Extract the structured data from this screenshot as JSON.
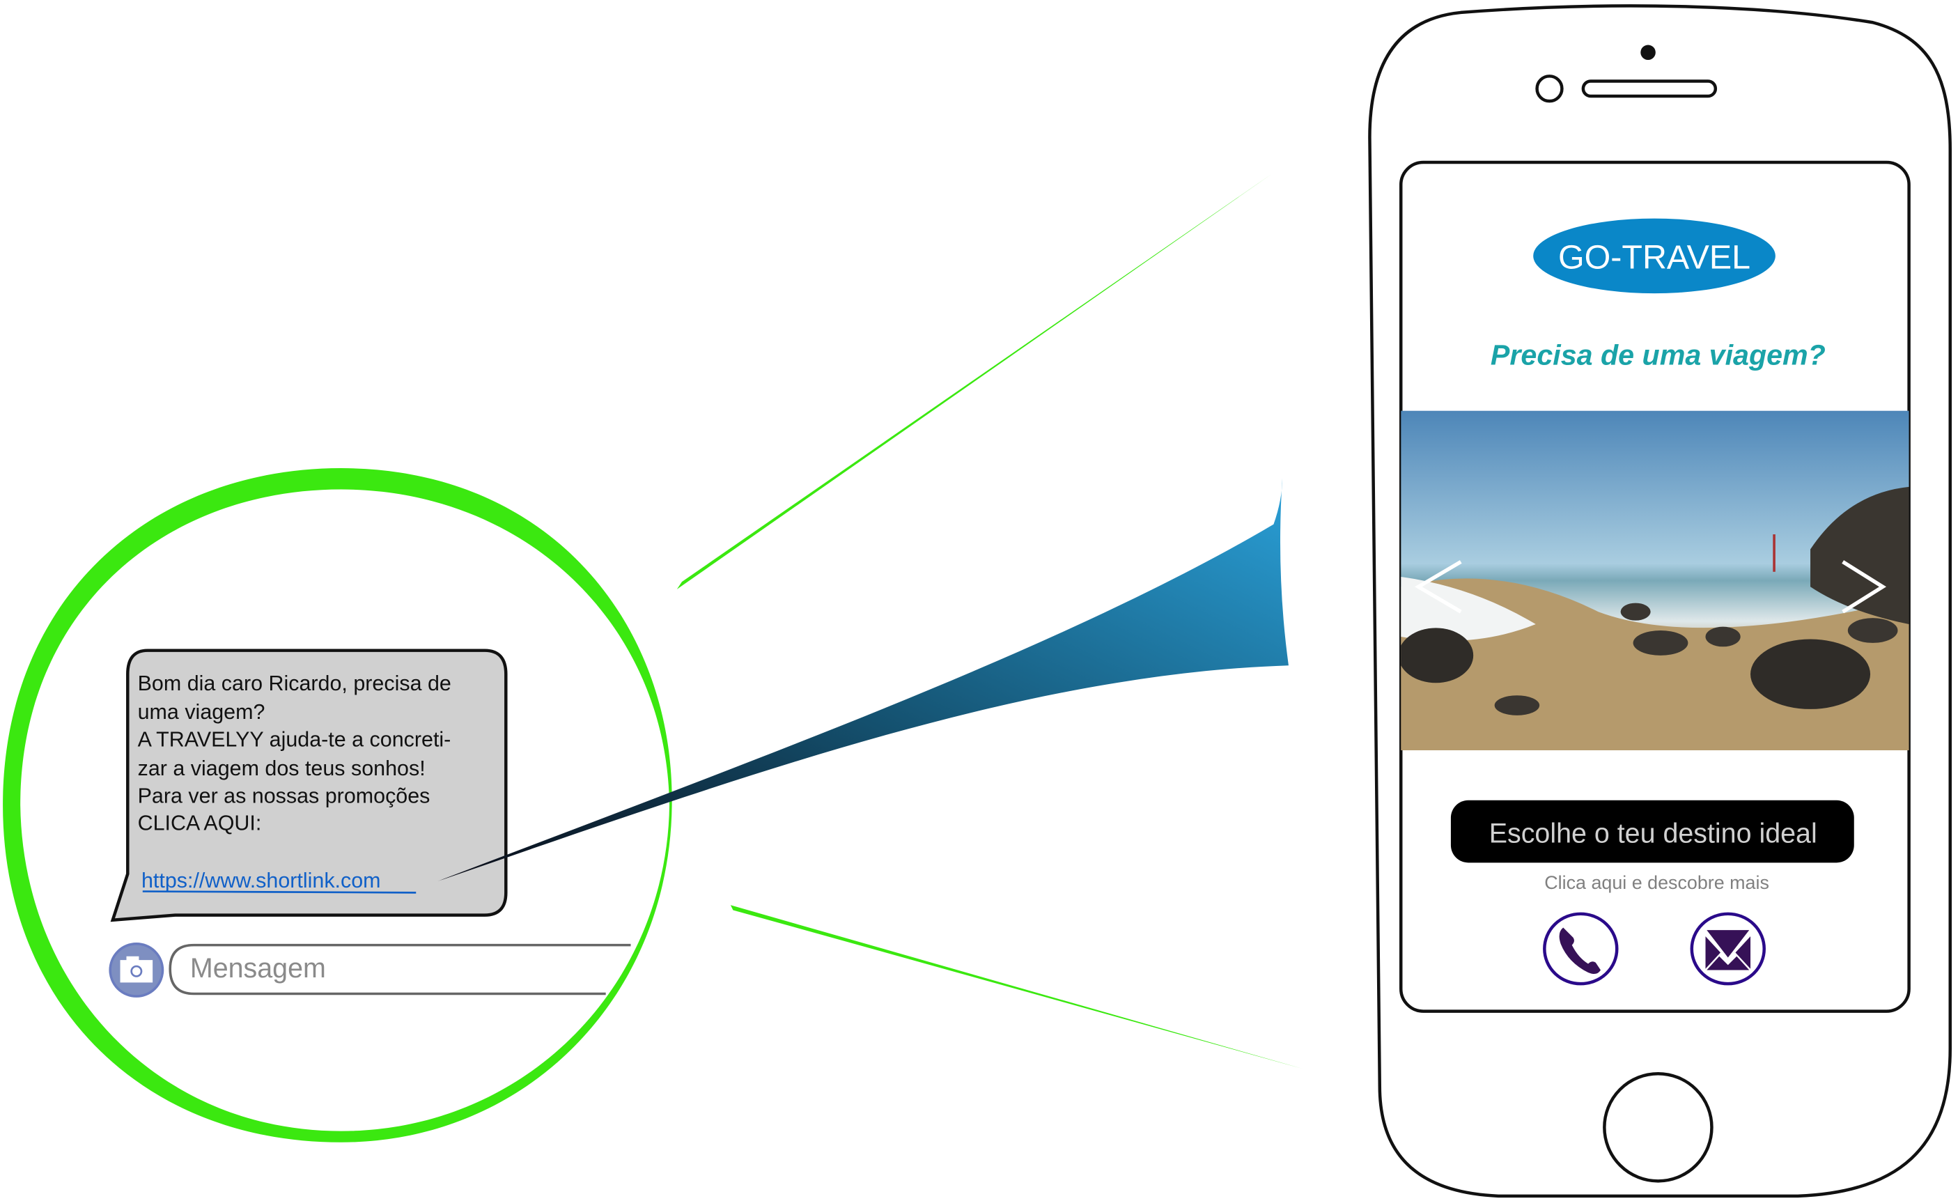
{
  "sms": {
    "lines": [
      "Bom dia caro Ricardo, precisa de",
      "uma viagem?",
      "A TRAVELYY ajuda-te a concreti-",
      "zar a viagem dos teus sonhos!",
      "Para ver as nossas promoções",
      "CLICA AQUI:"
    ],
    "link": "https://www.shortlink.com",
    "input_placeholder": "Mensagem",
    "camera_icon": "camera-icon"
  },
  "landing": {
    "logo": "GO-TRAVEL",
    "headline": "Precisa de uma viagem?",
    "cta_label": "Escolhe o teu destino ideal",
    "cta_subtext": "Clica aqui e descobre mais",
    "icons": [
      "chevron-left-icon",
      "chevron-right-icon",
      "phone-icon",
      "mail-icon"
    ]
  },
  "colors": {
    "green": "#3be810",
    "logo_blue": "#0a87c8",
    "headline_teal": "#1aa3a8",
    "icon_purple": "#2e0f6b",
    "link_blue": "#1060c8"
  }
}
